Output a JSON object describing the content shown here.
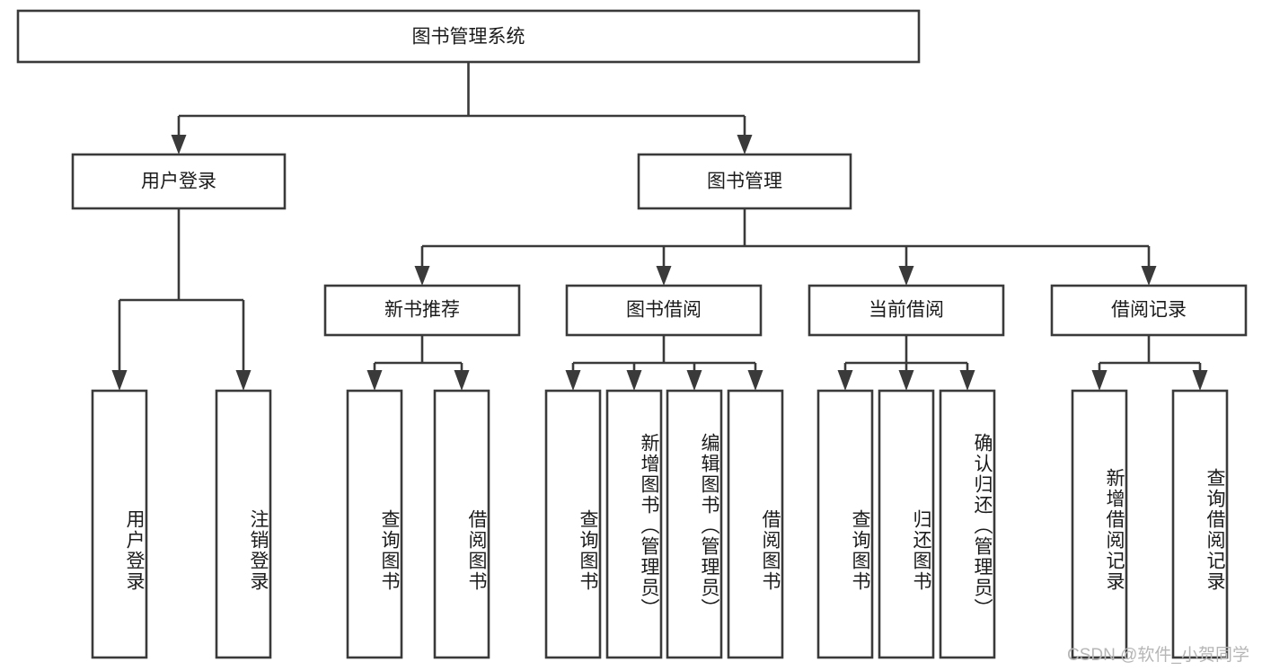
{
  "diagram": {
    "type": "tree",
    "title": "图书管理系统",
    "watermark": "CSDN @软件_小贺同学",
    "root": {
      "label": "图书管理系统",
      "orientation": "horizontal"
    },
    "level2": [
      {
        "label": "用户登录",
        "orientation": "horizontal"
      },
      {
        "label": "图书管理",
        "orientation": "horizontal"
      }
    ],
    "level3": [
      {
        "label": "新书推荐",
        "orientation": "horizontal"
      },
      {
        "label": "图书借阅",
        "orientation": "horizontal"
      },
      {
        "label": "当前借阅",
        "orientation": "horizontal"
      },
      {
        "label": "借阅记录",
        "orientation": "horizontal"
      }
    ],
    "leaves": {
      "user_login": [
        {
          "label": "用户登录",
          "orientation": "vertical"
        },
        {
          "label": "注销登录",
          "orientation": "vertical"
        }
      ],
      "new_book_recommend": [
        {
          "label": "查询图书",
          "orientation": "vertical"
        },
        {
          "label": "借阅图书",
          "orientation": "vertical"
        }
      ],
      "book_borrow": [
        {
          "label": "查询图书",
          "orientation": "vertical"
        },
        {
          "label": "新增图书（管理员）",
          "orientation": "vertical"
        },
        {
          "label": "编辑图书（管理员）",
          "orientation": "vertical"
        },
        {
          "label": "借阅图书",
          "orientation": "vertical"
        }
      ],
      "current_borrow": [
        {
          "label": "查询图书",
          "orientation": "vertical"
        },
        {
          "label": "归还图书",
          "orientation": "vertical"
        },
        {
          "label": "确认归还（管理员）",
          "orientation": "vertical"
        }
      ],
      "borrow_record": [
        {
          "label": "新增借阅记录",
          "orientation": "vertical"
        },
        {
          "label": "查询借阅记录",
          "orientation": "vertical"
        }
      ]
    },
    "colors": {
      "stroke": "#3a3a3a",
      "fill": "#ffffff",
      "text": "#1b1b1b",
      "watermark": "#b6b6b6",
      "background": "#ffffff"
    }
  }
}
